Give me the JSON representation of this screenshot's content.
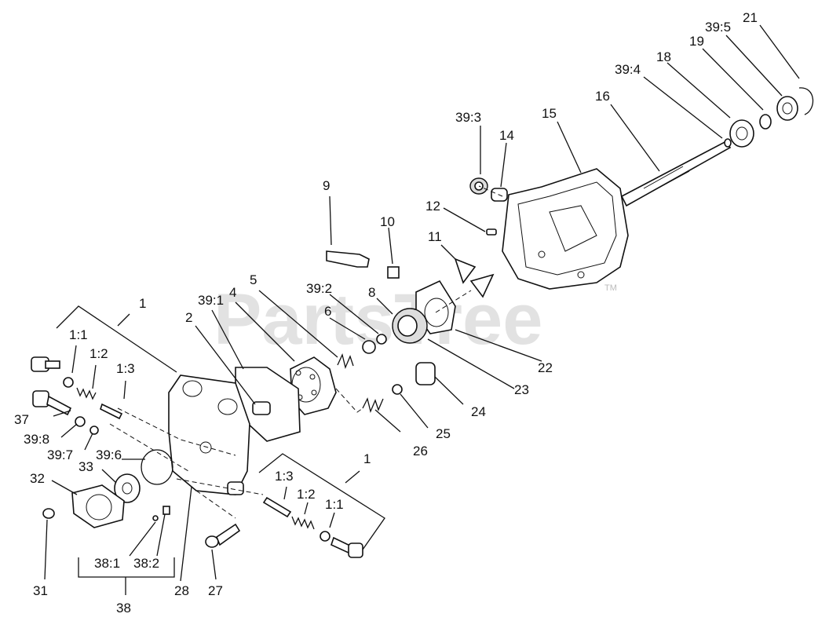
{
  "watermark": {
    "text": "PartsTree",
    "trademark": "TM"
  },
  "callouts": {
    "c1a": "1",
    "c1_1a": "1:1",
    "c1_2a": "1:2",
    "c1_3a": "1:3",
    "c1b": "1",
    "c1_1b": "1:1",
    "c1_2b": "1:2",
    "c1_3b": "1:3",
    "c2": "2",
    "c4": "4",
    "c5": "5",
    "c6": "6",
    "c8": "8",
    "c9": "9",
    "c10": "10",
    "c11": "11",
    "c12": "12",
    "c14": "14",
    "c15": "15",
    "c16": "16",
    "c18": "18",
    "c19": "19",
    "c21": "21",
    "c22": "22",
    "c23": "23",
    "c24": "24",
    "c25": "25",
    "c26": "26",
    "c27": "27",
    "c28": "28",
    "c31": "31",
    "c32": "32",
    "c33": "33",
    "c37": "37",
    "c38": "38",
    "c38_1": "38:1",
    "c38_2": "38:2",
    "c39_1": "39:1",
    "c39_2": "39:2",
    "c39_3": "39:3",
    "c39_4": "39:4",
    "c39_5": "39:5",
    "c39_6": "39:6",
    "c39_7": "39:7",
    "c39_8": "39:8"
  }
}
